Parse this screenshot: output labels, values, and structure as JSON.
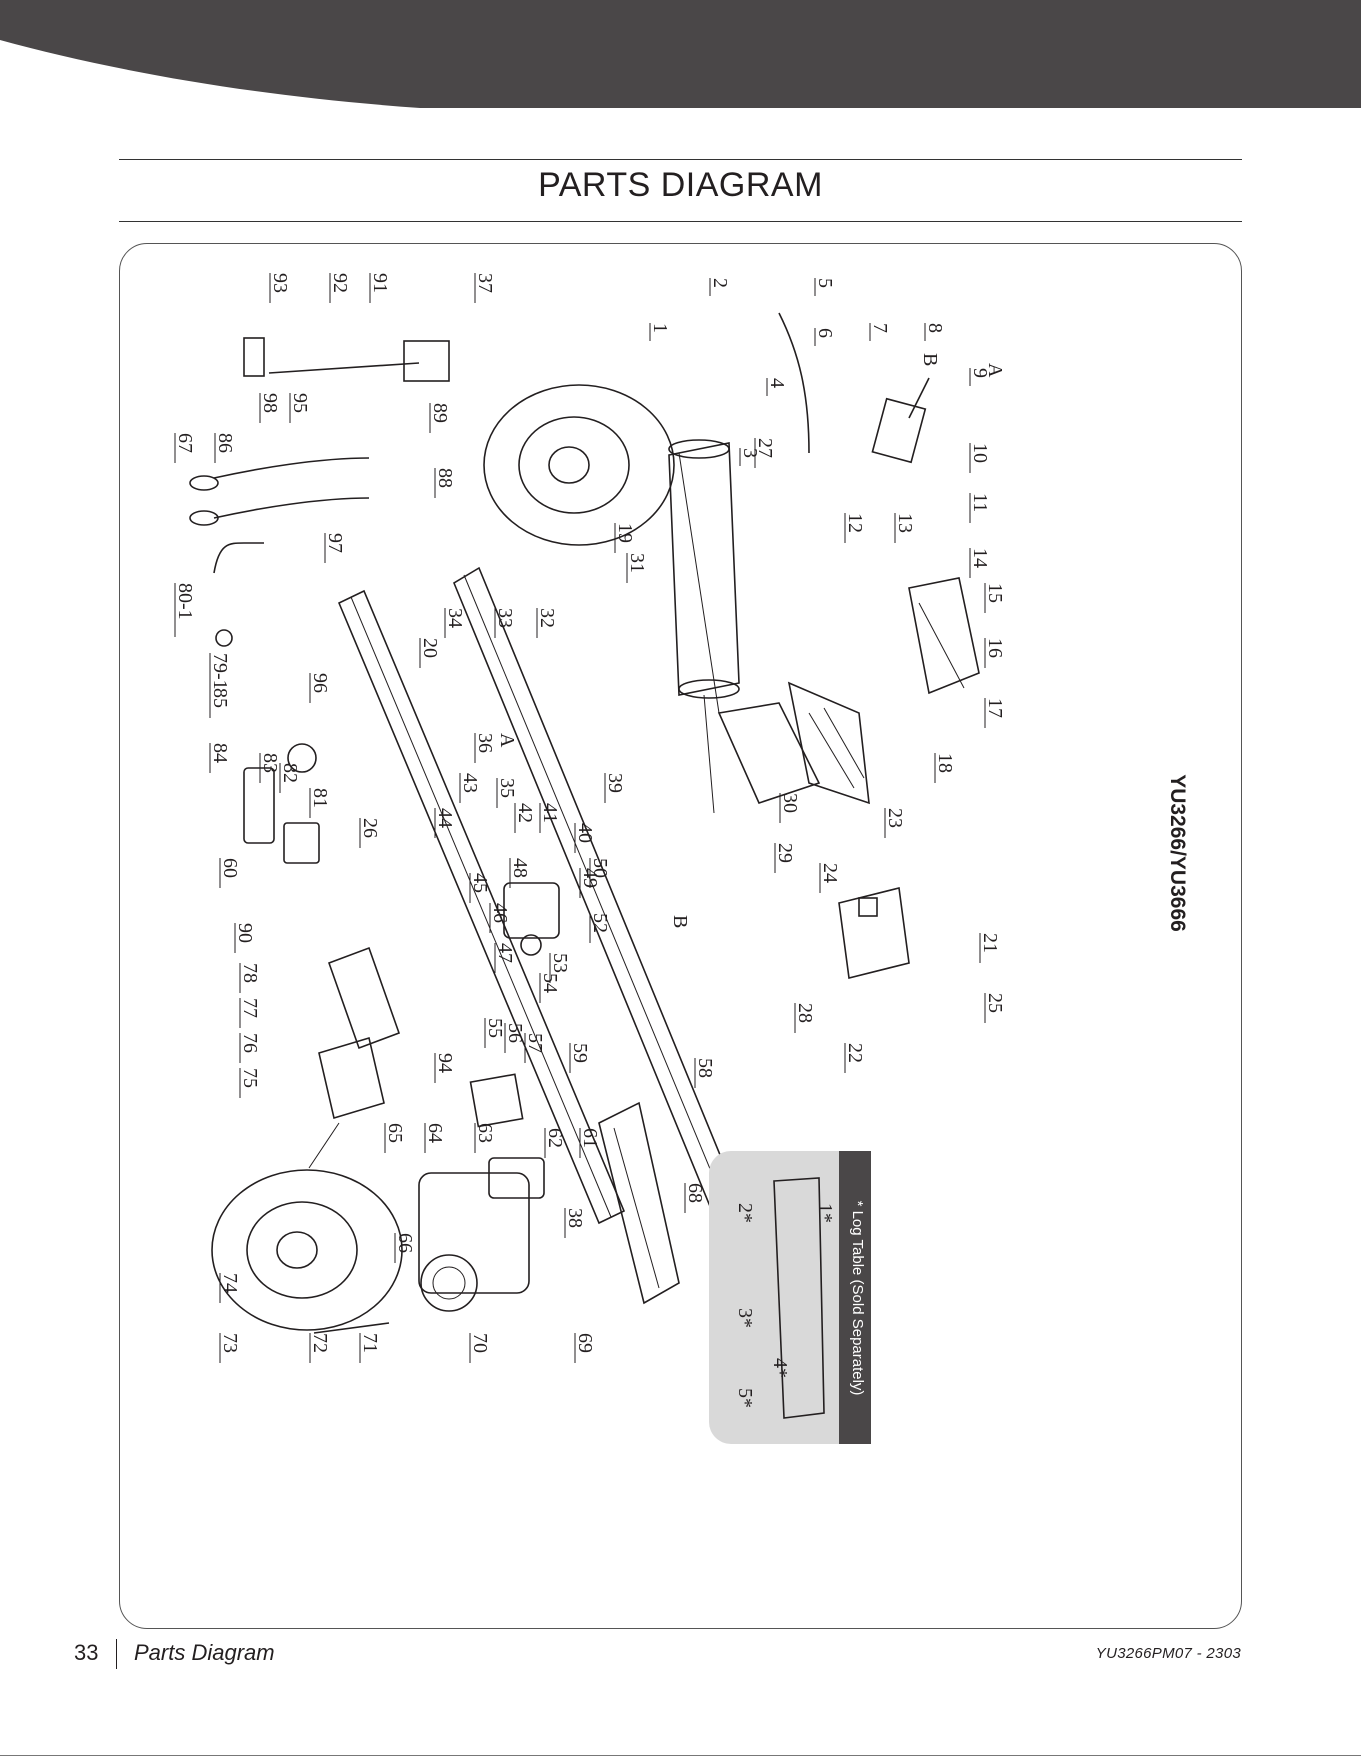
{
  "page": {
    "title": "PARTS DIAGRAM",
    "model": "YU3266/YU3666",
    "page_number": "33",
    "section": "Parts Diagram",
    "doc_code": "YU3266PM07 - 2303",
    "accent_dark": "#4a4748"
  },
  "log_table": {
    "title": "* Log Table (Sold Separately)",
    "parts": [
      "1*",
      "2*",
      "3*",
      "4*",
      "5*"
    ]
  },
  "connectors": [
    "A",
    "B"
  ],
  "part_numbers": [
    "1",
    "2",
    "3",
    "4",
    "5",
    "6",
    "7",
    "8",
    "9",
    "10",
    "11",
    "12",
    "13",
    "14",
    "15",
    "16",
    "17",
    "18",
    "19",
    "20",
    "21",
    "22",
    "23",
    "24",
    "25",
    "26",
    "27",
    "28",
    "29",
    "30",
    "31",
    "32",
    "33",
    "34",
    "35",
    "36",
    "37",
    "38",
    "39",
    "40",
    "41",
    "42",
    "43",
    "44",
    "45",
    "46",
    "47",
    "48",
    "49",
    "50",
    "52",
    "53",
    "54",
    "55",
    "56",
    "57",
    "58",
    "59",
    "60",
    "61",
    "62",
    "63",
    "64",
    "65",
    "66",
    "67",
    "68",
    "69",
    "70",
    "71",
    "72",
    "73",
    "74",
    "75",
    "76",
    "77",
    "78",
    "79-1",
    "80-1",
    "81",
    "82",
    "83",
    "84",
    "85",
    "86",
    "88",
    "89",
    "90",
    "91",
    "92",
    "93",
    "94",
    "95",
    "96",
    "97",
    "98"
  ]
}
